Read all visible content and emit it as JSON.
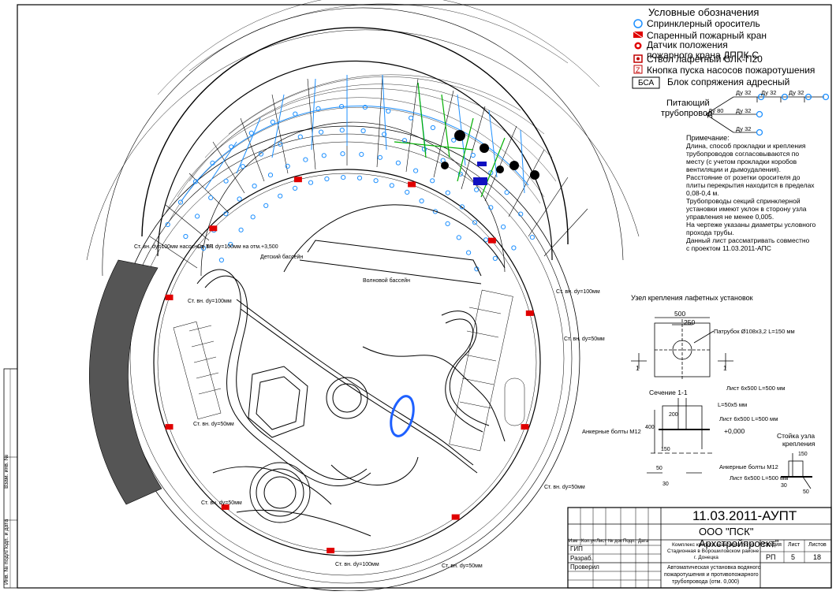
{
  "legend": {
    "title": "Условные обозначения",
    "items": [
      {
        "label": "Спринклерный ороситель",
        "icon": "sprinkler-icon",
        "color": "#1e90ff"
      },
      {
        "label": "Спаренный пожарный кран",
        "icon": "twin-hydrant-icon",
        "color": "#e00000"
      },
      {
        "label": "Датчик положения пожарного крана ДППК-С",
        "icon": "valve-sensor-icon",
        "color": "#e00000"
      },
      {
        "label": "Ствол лафетный СЛК-П20",
        "icon": "monitor-nozzle-icon",
        "color": "#c00000"
      },
      {
        "label": "Кнопка пуска насосов пожаротушения",
        "icon": "pump-button-icon",
        "color": "#c00000"
      }
    ],
    "bsa_tag": "БСА",
    "bsa_label": "Блок сопряжения адресный"
  },
  "supply": {
    "label_line1": "Питающий",
    "label_line2": "трубопровод",
    "main": "Ду 80",
    "branches": [
      "Ду 32",
      "Ду 32",
      "Ду 32",
      "Ду 32",
      "Ду 32"
    ]
  },
  "notes": {
    "title": "Примечание:",
    "lines": [
      "Длина, способ прокладки и крепления",
      "трубопроводов согласовываются по",
      "месту (с учетом прокладки коробов",
      "вентиляции и дымоудаления).",
      "Расстояние от розетки оросителя до",
      "плиты перекрытия находится в пределах",
      "0,08-0,4 м.",
      "Трубопроводы секций спринклерной",
      "установки имеют уклон в сторону узла",
      "управления не менее 0,005.",
      "На чертеже указаны диаметры условного",
      "прохода трубы.",
      "Данный лист рассматривать совместно",
      "с проектом 11.03.2011-АПС"
    ]
  },
  "detail": {
    "title": "Узел крепления лафетных установок",
    "dim_500": "500",
    "dim_250": "250",
    "pipe_label": "Патрубок Ø108х3,2 L=150 мм",
    "mark_1": "1",
    "sheet_label": "Лист 6х500 L=500 мм",
    "section_title": "Сечение 1-1",
    "angle_label": "L=50х5 мм",
    "sheet_label_2": "Лист 6х500 L=500 мм",
    "level": "+0,000",
    "anchor_label": "Анкерные болты М12",
    "dim_400": "400",
    "dim_200": "200",
    "dim_150": "150",
    "dim_50": "50",
    "dim_30": "30",
    "stand_title_1": "Стойка узла",
    "stand_title_2": "крепления",
    "stand_anchor": "Анкерные болты М12",
    "stand_sheet": "Лист 6х500 L=500 мм",
    "stand_dim_150": "150",
    "stand_dim_30": "30",
    "stand_dim_50": "50"
  },
  "plan": {
    "labels": [
      "Ст. вн. dy=50мм",
      "Ст. вн. dy=100мм",
      "Ст. вн. dy=50мм",
      "Ст. вн. dy=100мм",
      "Ст. вн. dy=50мм",
      "Ст. вн. dy=50мм",
      "Ст. вн. dy=50мм",
      "Ст. вн. dy=100мм",
      "Ст. вн. dy=100мм на отм.+3,500",
      "Ст. вн. dy=100мм насосные ТП",
      "Волновой бассейн",
      "Детский бассейн"
    ]
  },
  "title_block": {
    "code": "11.03.2011-АУПТ",
    "company": "ООО \"ПСК\" Архстройпроект\"",
    "project_line1": "Комплекс крытого аквапарка по ул.",
    "project_line2": "Стадионная в Ворошиловском районе",
    "project_line3": "г. Донецка",
    "sheet_title_1": "Автоматическая установка водяного",
    "sheet_title_2": "пожаротушения и противопожарного",
    "sheet_title_3": "трубопровода (отм. 0,000)",
    "headers": [
      "Изм",
      "Кол.уч",
      "Лист",
      "№ док",
      "Подп.",
      "Дата"
    ],
    "roles": [
      "ГИП",
      "Разраб.",
      "Проверил"
    ],
    "stage_header": "Стадия",
    "sheet_header": "Лист",
    "sheets_header": "Листов",
    "stage": "РП",
    "sheet": "5",
    "sheets": "18"
  },
  "side_stamp": [
    "Взам. инв. №",
    "Подп. и дата",
    "Инв. № подл."
  ]
}
